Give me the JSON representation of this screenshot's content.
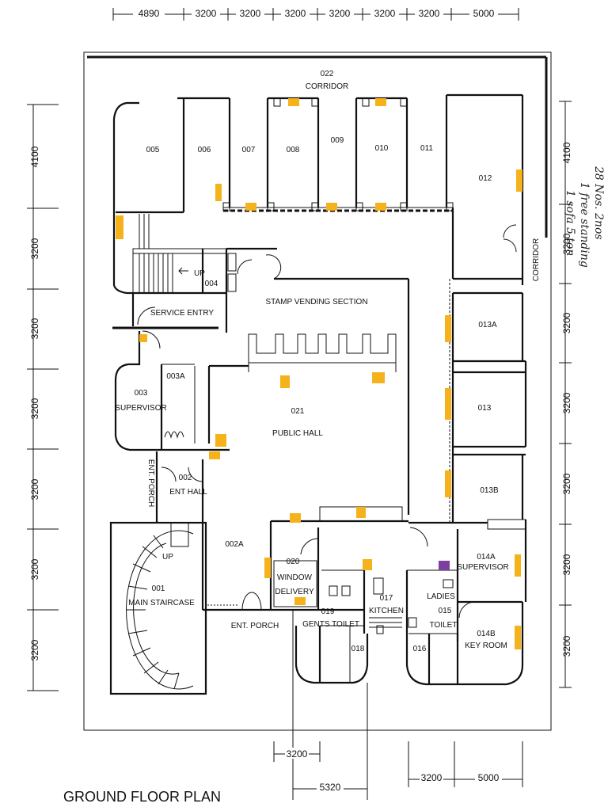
{
  "top_dims": [
    "4890",
    "3200",
    "3200",
    "3200",
    "3200",
    "3200",
    "3200",
    "5000"
  ],
  "left_dims": [
    "4100",
    "3200",
    "3200",
    "3200",
    "3200",
    "3200",
    "3200"
  ],
  "right_dims": [
    "4100",
    "3200",
    "3200",
    "3200",
    "3200",
    "3200",
    "3200"
  ],
  "bottom_dims": {
    "d1": "3200",
    "d2": "5320",
    "d3": "3200",
    "d4": "5000"
  },
  "rooms": {
    "r022_num": "022",
    "r022_name": "CORRIDOR",
    "r005": "005",
    "r006": "006",
    "r007": "007",
    "r008": "008",
    "r009": "009",
    "r010": "010",
    "r011": "011",
    "r012": "012",
    "corridor_right": "CORRIDOR",
    "r004": "004",
    "up1": "UP",
    "service_entry": "SERVICE ENTRY",
    "stamp": "STAMP VENDING SECTION",
    "r013a": "013A",
    "r013": "013",
    "r013b": "013B",
    "r003a": "003A",
    "r003_num": "003",
    "r003_name": "SUPERVISOR",
    "r021_num": "021",
    "r021_name": "PUBLIC HALL",
    "ent_porch_v": "ENT. PORCH",
    "r002_num": "002",
    "r002_name": "ENT HALL",
    "r002a": "002A",
    "r020_num": "020",
    "r020_l1": "WINDOW",
    "r020_l2": "DELIVERY",
    "r017_num": "017",
    "r017_name": "KITCHEN",
    "ladies": "LADIES",
    "r015_num": "015",
    "r015_name": "TOILET",
    "r014a_num": "014A",
    "r014a_name": "SUPERVISOR",
    "r014b_num": "014B",
    "r014b_name": "KEY ROOM",
    "up2": "UP",
    "r001_num": "001",
    "r001_name": "MAIN STAIRCASE",
    "ent_porch_h": "ENT. PORCH",
    "r019_num": "019",
    "r019_name": "GENTS TOILET",
    "r018": "018",
    "r016": "016"
  },
  "title": "GROUND FLOOR PLAN",
  "annotations": {
    "line1": "28 Nos. 2nos",
    "line2": "1 free standing",
    "line3": "1 sofa 5 ton"
  },
  "colors": {
    "marker": "#f5b21a",
    "marker_alt": "#7b3fa0"
  }
}
